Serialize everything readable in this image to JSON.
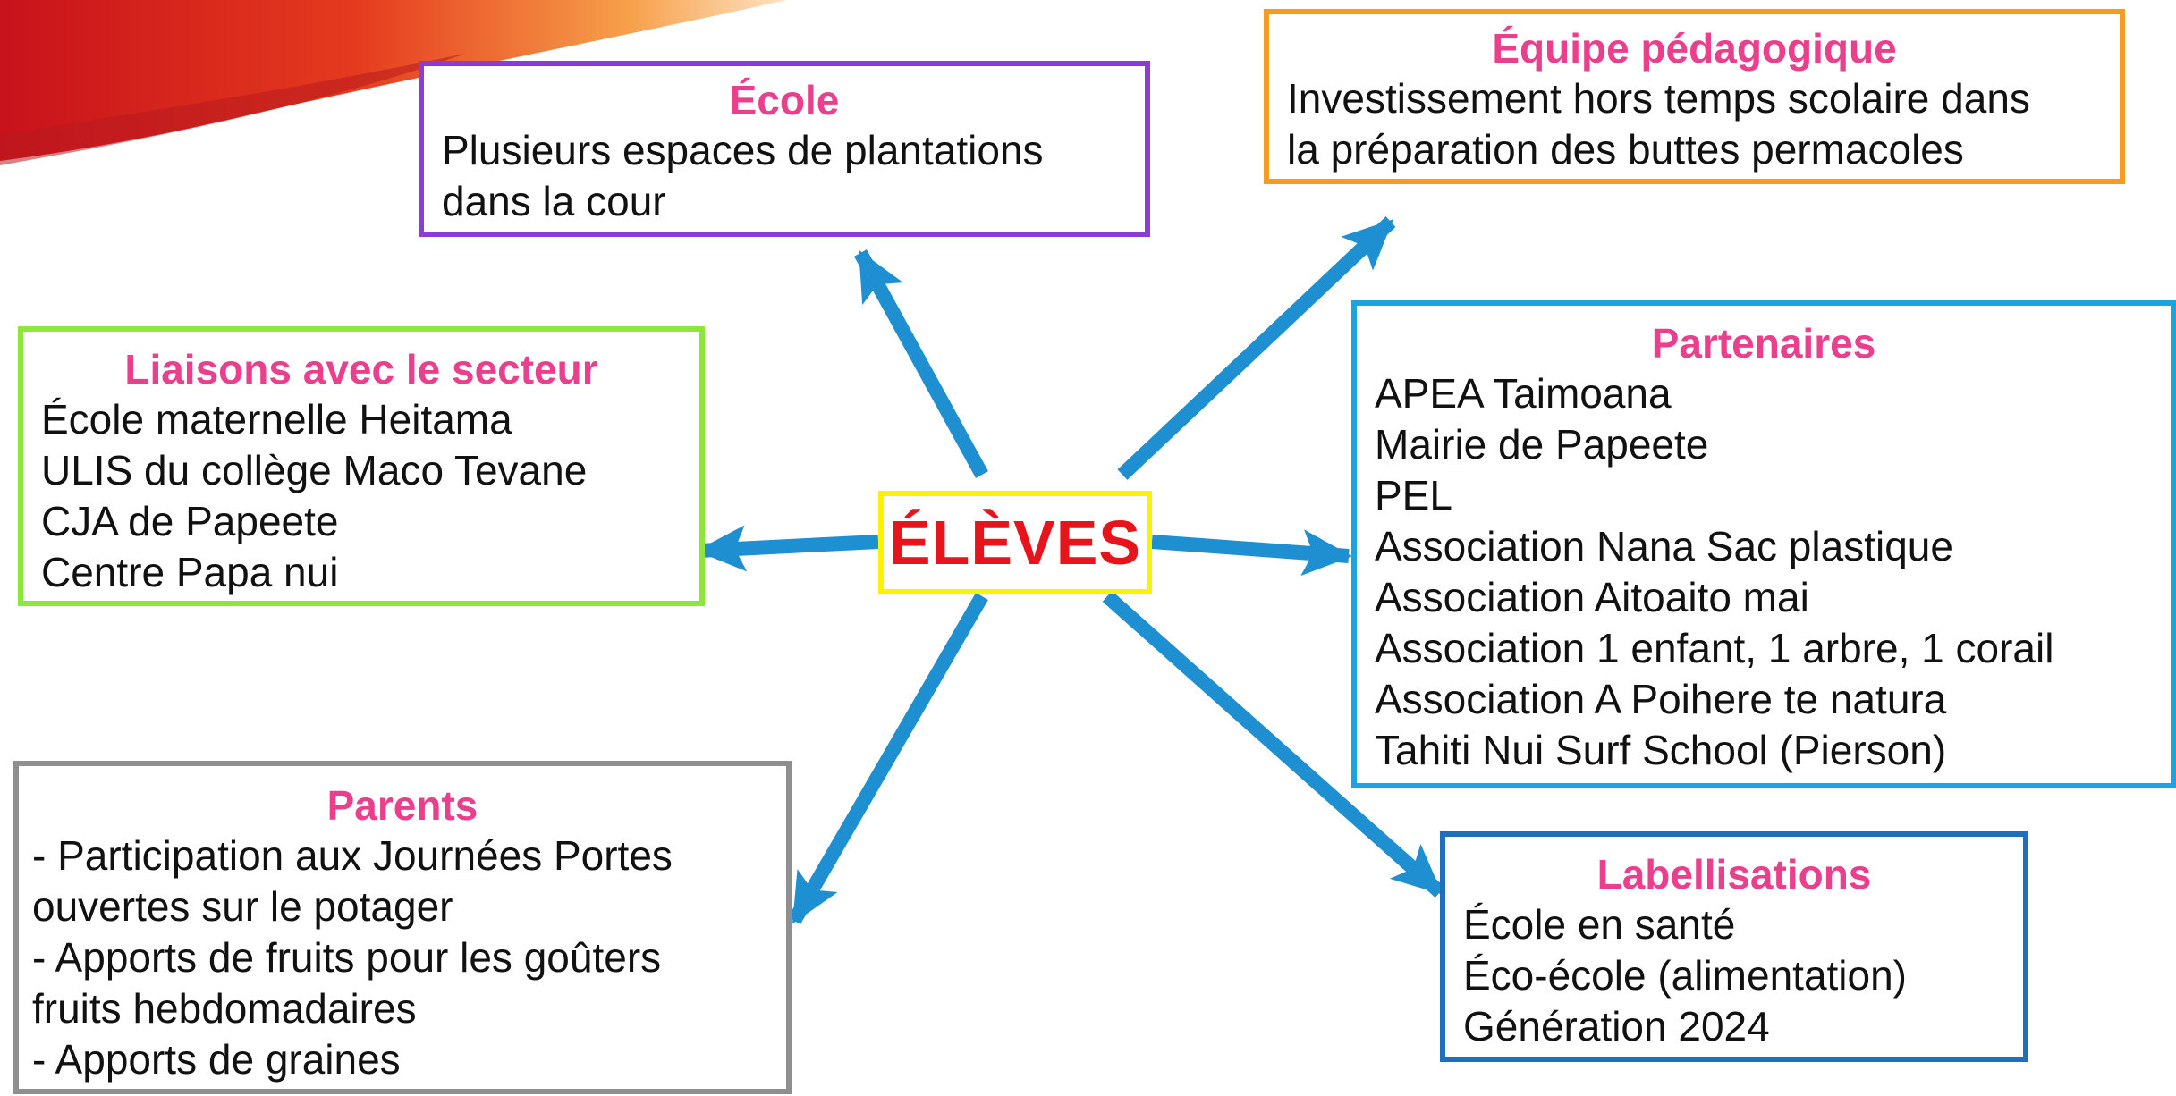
{
  "center": {
    "label": "ÉLÈVES"
  },
  "ecole": {
    "title": "École",
    "lines": [
      "Plusieurs espaces de plantations",
      "dans la cour"
    ]
  },
  "equipe": {
    "title": "Équipe pédagogique",
    "lines": [
      "Investissement hors temps scolaire dans",
      "la préparation des buttes permacoles"
    ]
  },
  "liaisons": {
    "title": "Liaisons avec le secteur",
    "lines": [
      "École maternelle Heitama",
      "ULIS du collège Maco Tevane",
      "CJA de Papeete",
      "Centre Papa nui"
    ]
  },
  "partenaires": {
    "title": "Partenaires",
    "lines": [
      "APEA Taimoana",
      "Mairie de Papeete",
      "PEL",
      "Association Nana Sac plastique",
      "Association Aitoaito mai",
      "Association 1 enfant, 1 arbre, 1 corail",
      "Association A Poihere te natura",
      "Tahiti Nui Surf School (Pierson)"
    ]
  },
  "parents": {
    "title": "Parents",
    "lines": [
      " - Participation aux Journées Portes",
      "ouvertes sur le potager",
      " - Apports de fruits pour les goûters",
      "fruits hebdomadaires",
      " - Apports de graines"
    ]
  },
  "labellisations": {
    "title": "Labellisations",
    "lines": [
      "École en santé",
      "Éco-école (alimentation)",
      "Génération 2024"
    ]
  },
  "colors": {
    "title_pink": "#ea3f8d",
    "center_red": "#e8141b",
    "center_border": "#fff200",
    "arrow_blue": "#1e8fd0",
    "ecole_border": "#8b3bd8",
    "equipe_border": "#f59a23",
    "liaisons_border": "#8ee63a",
    "partenaires_border": "#1fa3df",
    "parents_border": "#8f8f8f",
    "labellisations_border": "#1f6fbf"
  }
}
